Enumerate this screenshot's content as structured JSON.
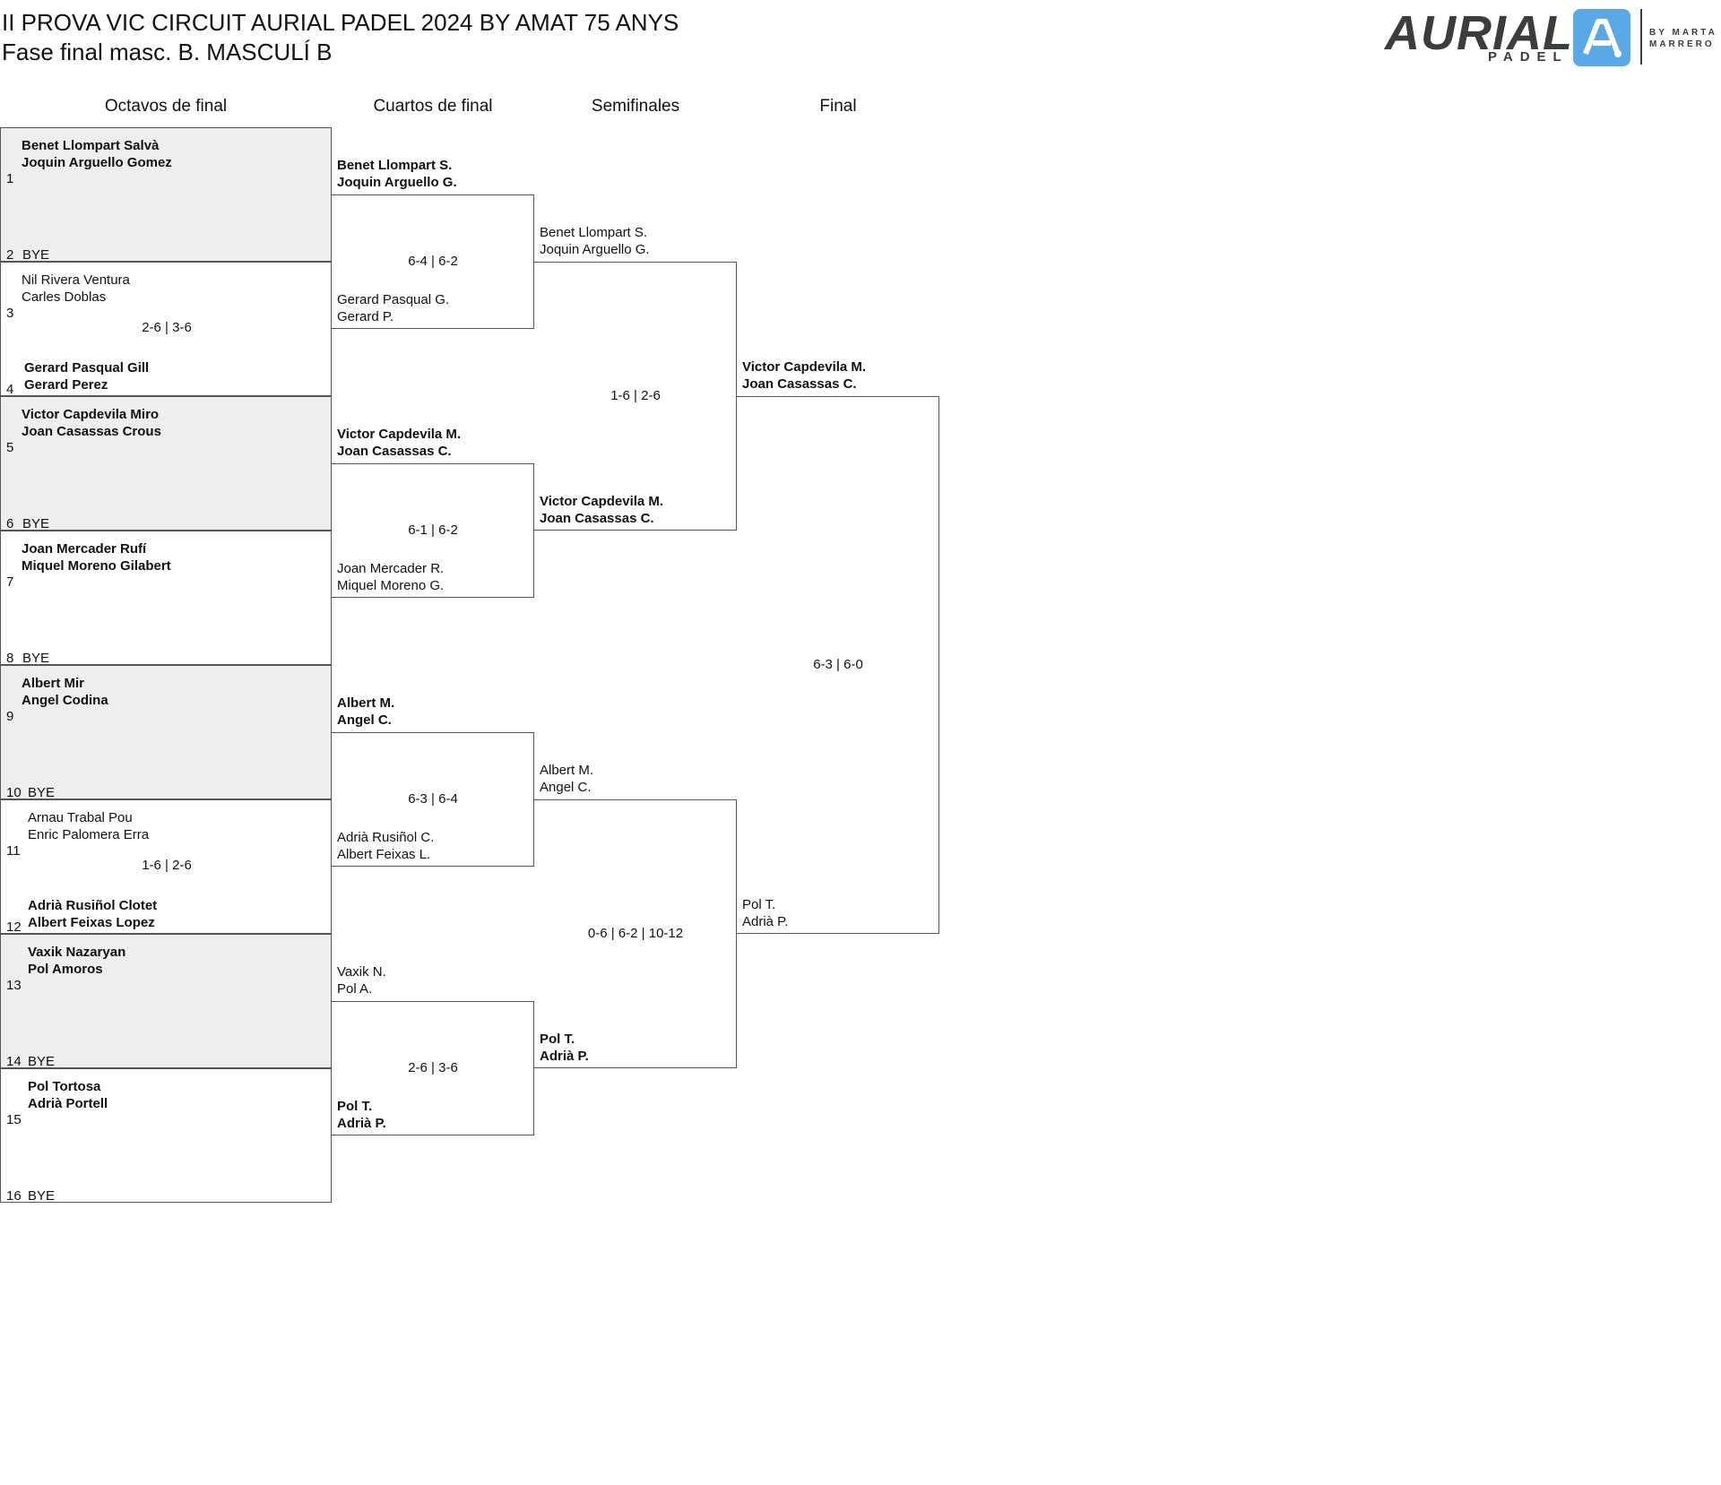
{
  "header": {
    "title": "II PROVA VIC CIRCUIT AURIAL PADEL 2024 BY AMAT 75 ANYS",
    "subtitle": "Fase final masc. B. MASCULÍ B"
  },
  "logo": {
    "word": "AURIAL",
    "padel": "PADEL",
    "by_line1": "BY MARTA",
    "by_line2": "MARRERO"
  },
  "rounds": [
    "Octavos de final",
    "Cuartos de final",
    "Semifinales",
    "Final"
  ],
  "octavos": [
    {
      "seed_a": "1",
      "team_a": [
        "Benet Llompart Salvà",
        "Joquin Arguello Gomez"
      ],
      "seed_b": "2",
      "team_b": [
        "BYE"
      ],
      "score": ""
    },
    {
      "seed_a": "3",
      "team_a": [
        "Nil Rivera Ventura",
        "Carles Doblas"
      ],
      "seed_b": "4",
      "team_b": [
        "Gerard Pasqual Gill",
        "Gerard Perez"
      ],
      "score": "2-6 | 3-6"
    },
    {
      "seed_a": "5",
      "team_a": [
        "Victor Capdevila Miro",
        "Joan Casassas Crous"
      ],
      "seed_b": "6",
      "team_b": [
        "BYE"
      ],
      "score": ""
    },
    {
      "seed_a": "7",
      "team_a": [
        "Joan Mercader Rufí",
        "Miquel Moreno Gilabert"
      ],
      "seed_b": "8",
      "team_b": [
        "BYE"
      ],
      "score": ""
    },
    {
      "seed_a": "9",
      "team_a": [
        "Albert Mir",
        "Angel Codina"
      ],
      "seed_b": "10",
      "team_b": [
        "BYE"
      ],
      "score": ""
    },
    {
      "seed_a": "11",
      "team_a": [
        "Arnau Trabal Pou",
        "Enric Palomera Erra"
      ],
      "seed_b": "12",
      "team_b": [
        "Adrià Rusiñol Clotet",
        "Albert Feixas Lopez"
      ],
      "score": "1-6 | 2-6"
    },
    {
      "seed_a": "13",
      "team_a": [
        "Vaxik Nazaryan",
        "Pol Amoros"
      ],
      "seed_b": "14",
      "team_b": [
        "BYE"
      ],
      "score": ""
    },
    {
      "seed_a": "15",
      "team_a": [
        "Pol Tortosa",
        "Adrià Portell"
      ],
      "seed_b": "16",
      "team_b": [
        "BYE"
      ],
      "score": ""
    }
  ],
  "cuartos": [
    {
      "team_a": [
        "Benet Llompart S.",
        "Joquin Arguello G."
      ],
      "team_b": [
        "Gerard Pasqual G.",
        "Gerard P."
      ],
      "score": "6-4 | 6-2"
    },
    {
      "team_a": [
        "Victor Capdevila M.",
        "Joan Casassas C."
      ],
      "team_b": [
        "Joan Mercader R.",
        "Miquel Moreno G."
      ],
      "score": "6-1 | 6-2"
    },
    {
      "team_a": [
        "Albert M.",
        "Angel C."
      ],
      "team_b": [
        "Adrià Rusiñol C.",
        "Albert Feixas L."
      ],
      "score": "6-3 | 6-4"
    },
    {
      "team_a": [
        "Vaxik N.",
        "Pol A."
      ],
      "team_b": [
        "Pol T.",
        "Adrià P."
      ],
      "score": "2-6 | 3-6"
    }
  ],
  "semis": [
    {
      "team_a": [
        "Benet Llompart S.",
        "Joquin Arguello G."
      ],
      "team_b": [
        "Victor Capdevila M.",
        "Joan Casassas C."
      ],
      "score": "1-6 | 2-6"
    },
    {
      "team_a": [
        "Albert M.",
        "Angel C."
      ],
      "team_b": [
        "Pol T.",
        "Adrià P."
      ],
      "score": "0-6 | 6-2 | 10-12"
    }
  ],
  "final": {
    "team_a": [
      "Victor Capdevila M.",
      "Joan Casassas C."
    ],
    "team_b": [
      "Pol T.",
      "Adrià P."
    ],
    "score": "6-3 | 6-0"
  }
}
